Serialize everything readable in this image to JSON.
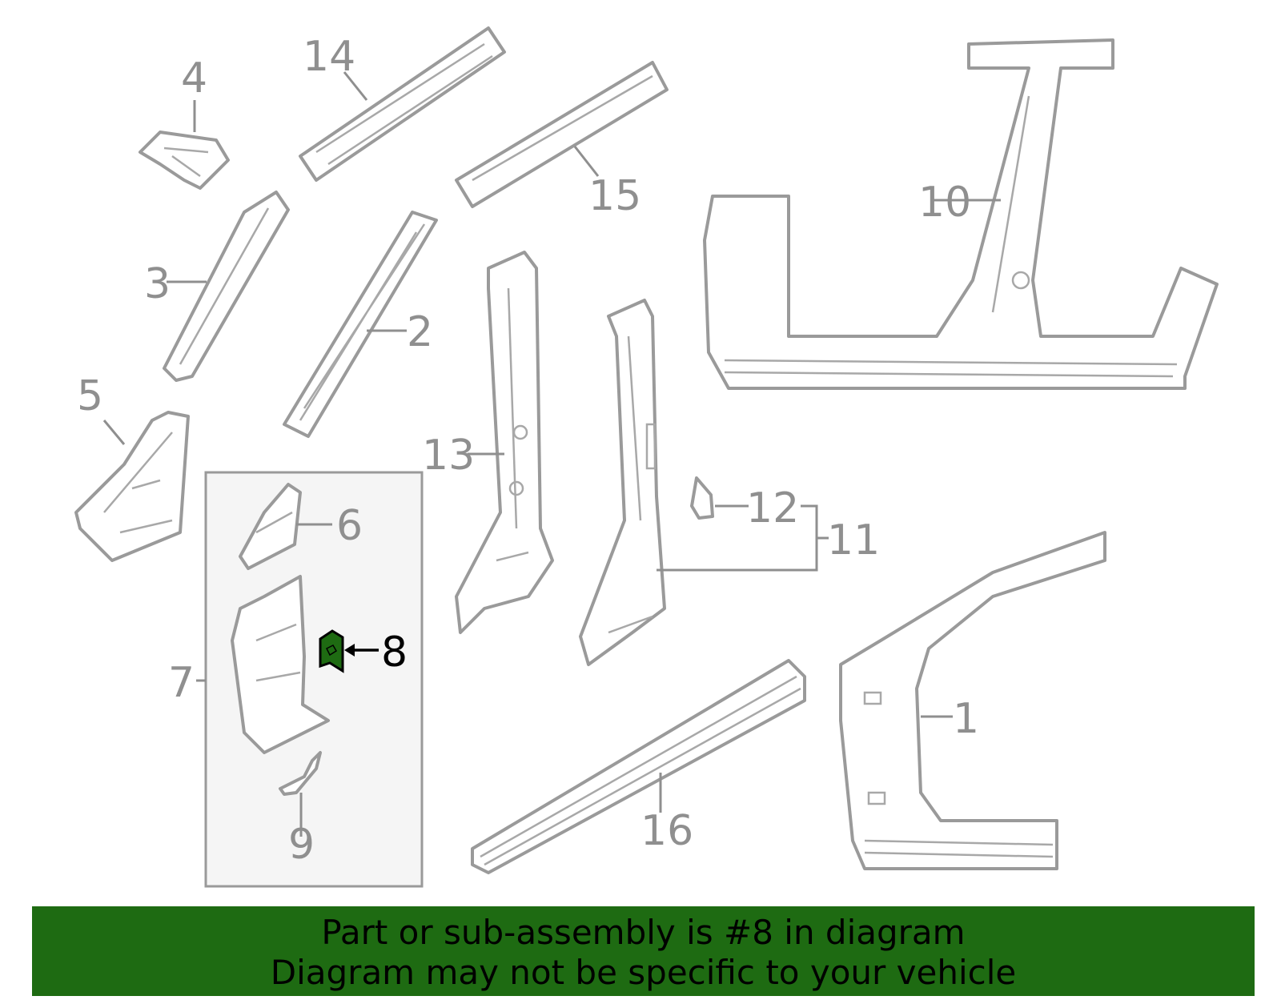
{
  "diagram": {
    "highlighted_part": "8",
    "highlight_color": "#1e6b12",
    "callouts": [
      "1",
      "2",
      "3",
      "4",
      "5",
      "6",
      "7",
      "8",
      "9",
      "10",
      "11",
      "12",
      "13",
      "14",
      "15",
      "16"
    ]
  },
  "banner": {
    "line1": "Part or sub-assembly is #8 in diagram",
    "line2": "Diagram may not be specific to your vehicle",
    "background": "#1e6b12"
  }
}
